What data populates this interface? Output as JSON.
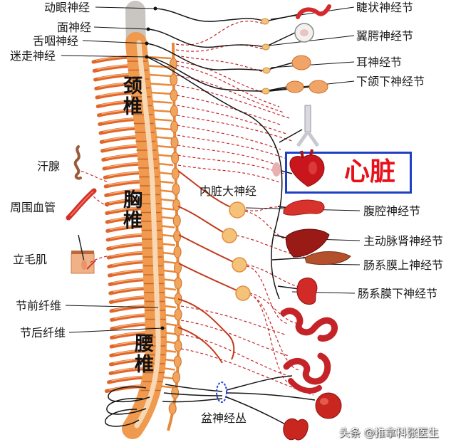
{
  "cranial_nerves": [
    "动眼神经",
    "面神经",
    "舌咽神经",
    "迷走神经"
  ],
  "cranial_ganglia": [
    "睫状神经节",
    "翼腭神经节",
    "耳神经节",
    "下颌下神经节"
  ],
  "spine_regions": [
    "颈椎",
    "胸椎",
    "腰椎"
  ],
  "effectors": [
    "汗腺",
    "周围血管",
    "立毛肌"
  ],
  "fibers": [
    "节前纤维",
    "节后纤维"
  ],
  "splanchnic_nerve": "内脏大神经",
  "highlight": {
    "label": "心脏",
    "text_color": "#e8111b",
    "border_color": "#1f3fc4"
  },
  "abdominal_ganglia": [
    "腹腔神经节",
    "主动脉肾神经节",
    "肠系膜上神经节",
    "肠系膜下神经节"
  ],
  "pelvic_plexus": "盆神经丛",
  "watermark": "头条 @推拿科张医生",
  "colors": {
    "spine": "#ef9a4e",
    "spinal_cord": "#f8d8b4",
    "nerve": "#e0662a",
    "chain": "#e8893a",
    "fiber_dashed": "#c8262a",
    "preganglionic": "#c23a1c",
    "ganglion": "#f5c27a",
    "parasympathetic": "#151515",
    "plexus": "#2446d0"
  }
}
